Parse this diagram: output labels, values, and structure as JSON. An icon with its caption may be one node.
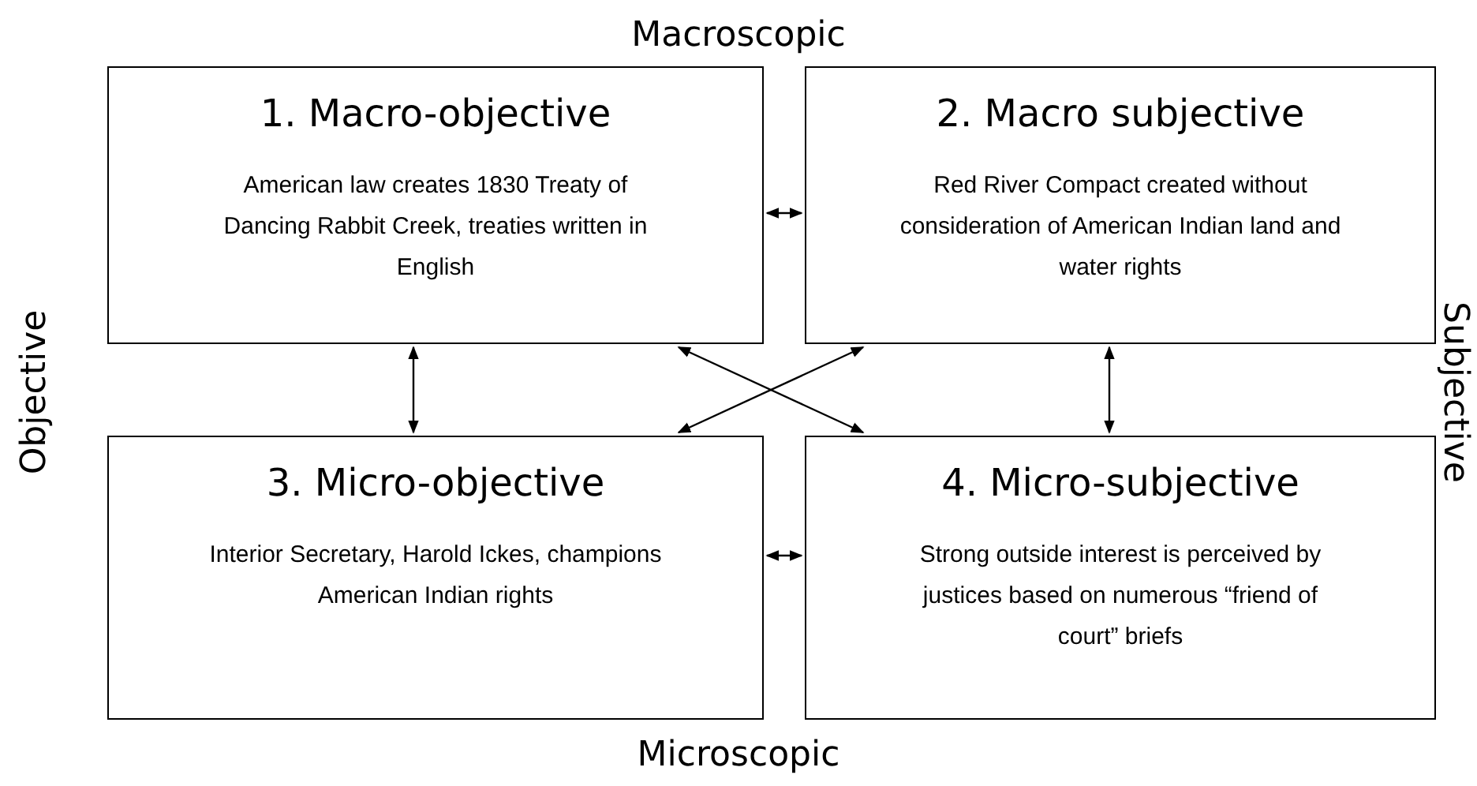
{
  "diagram": {
    "nodes": [
      {
        "text": [
          "1. Macro-objective",
          "American law creates 1830 Treaty of Dancing Rabbit Creek, treaties written in English"
        ]
      },
      {
        "text": [
          "2. Macro subjective",
          "Red River Compact created without consideration of American Indian land and water rights"
        ]
      },
      {
        "text": [
          "3. Micro-objective",
          "Interior Secretary, Harold Ickes, champions American Indian rights"
        ]
      },
      {
        "text": [
          "4. Micro-subjective",
          "Strong outside interest is perceived by justices based on numerous “friend of court” briefs"
        ]
      }
    ],
    "edges": [
      {
        "from": 0,
        "to": 1,
        "arrow": "both"
      },
      {
        "from": 0,
        "to": 2,
        "arrow": "both"
      },
      {
        "from": 1,
        "to": 3,
        "arrow": "both"
      },
      {
        "from": 0,
        "to": 3,
        "arrow": "both"
      },
      {
        "from": 1,
        "to": 2,
        "arrow": "both"
      },
      {
        "from": 2,
        "to": 3,
        "arrow": "both"
      }
    ],
    "labels": [
      "Macroscopic",
      "Objective",
      "Subjective",
      "Microscopic"
    ]
  }
}
